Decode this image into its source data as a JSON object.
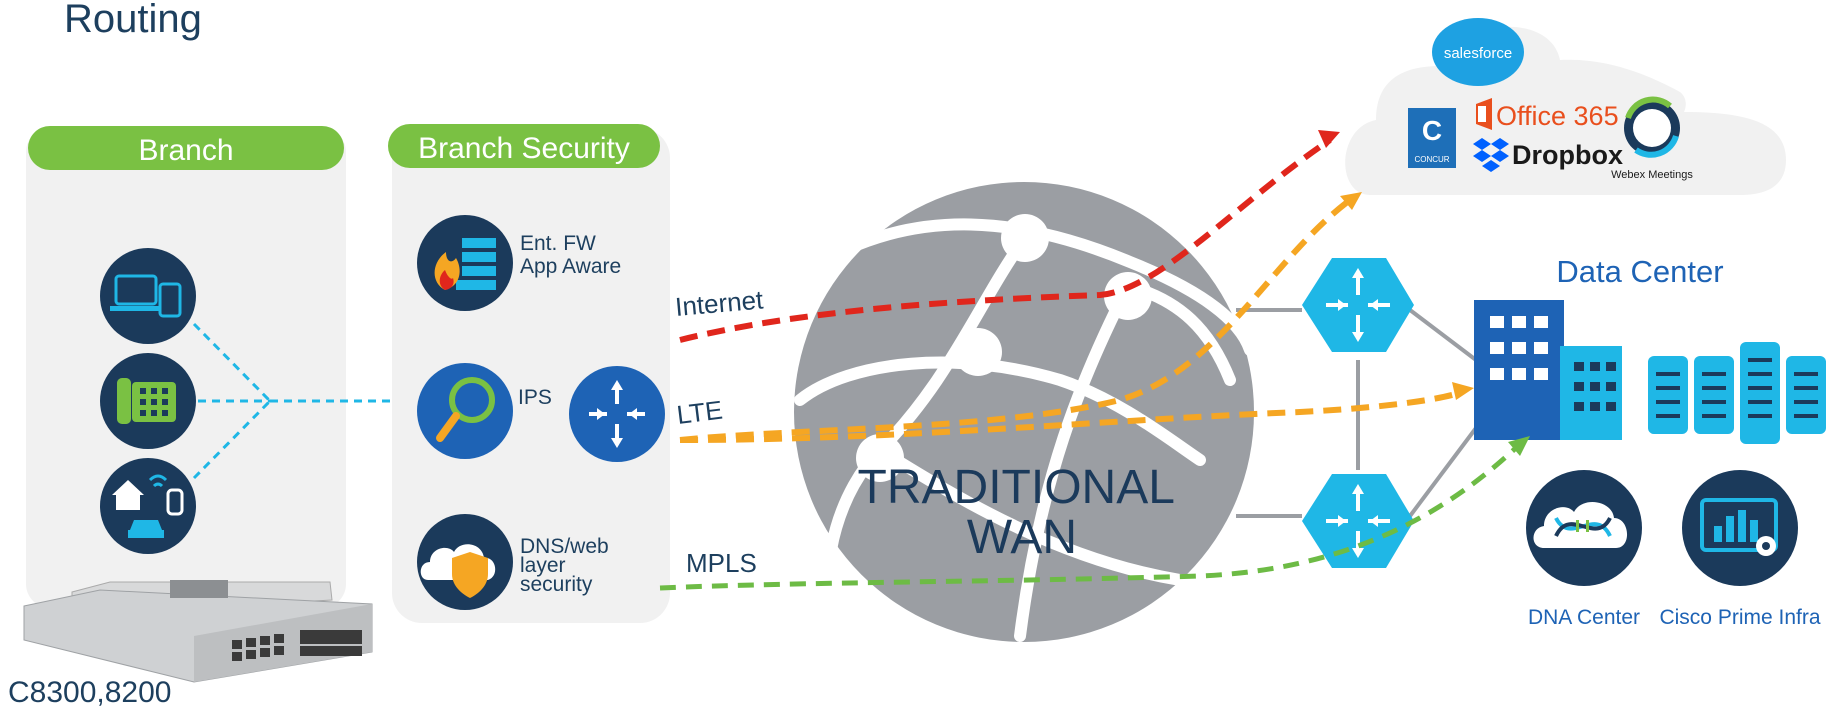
{
  "page": {
    "title": "Routing"
  },
  "branch": {
    "header": "Branch",
    "device_model": "C8300,8200"
  },
  "branch_security": {
    "header": "Branch Security",
    "items": [
      {
        "label_lines": [
          "Ent. FW",
          "App Aware"
        ],
        "icon": "firewall-icon"
      },
      {
        "label_lines": [
          "IPS"
        ],
        "icon": "magnifier-icon"
      },
      {
        "label_lines": [
          "DNS/web",
          "layer",
          "security"
        ],
        "icon": "cloud-shield-icon"
      }
    ]
  },
  "links": {
    "internet": "Internet",
    "lte": "LTE",
    "mpls": "MPLS"
  },
  "wan": {
    "line1": "TRADITIONAL",
    "line2": "WAN"
  },
  "cloud": {
    "apps": {
      "salesforce": "salesforce",
      "office365": "Office 365",
      "dropbox": "Dropbox",
      "concur": "CONCUR",
      "webex": "Webex Meetings"
    }
  },
  "datacenter": {
    "title": "Data Center"
  },
  "management": {
    "dna_center": "DNA Center",
    "prime": "Cisco Prime Infra"
  },
  "colors": {
    "green": "#7ac143",
    "navy": "#1b3a5b",
    "blue": "#1e63b5",
    "cyan": "#1fb7e6",
    "red": "#e0261c",
    "orange": "#f5a623",
    "mpls_green": "#6dbb45",
    "globe": "#9b9ea3"
  }
}
